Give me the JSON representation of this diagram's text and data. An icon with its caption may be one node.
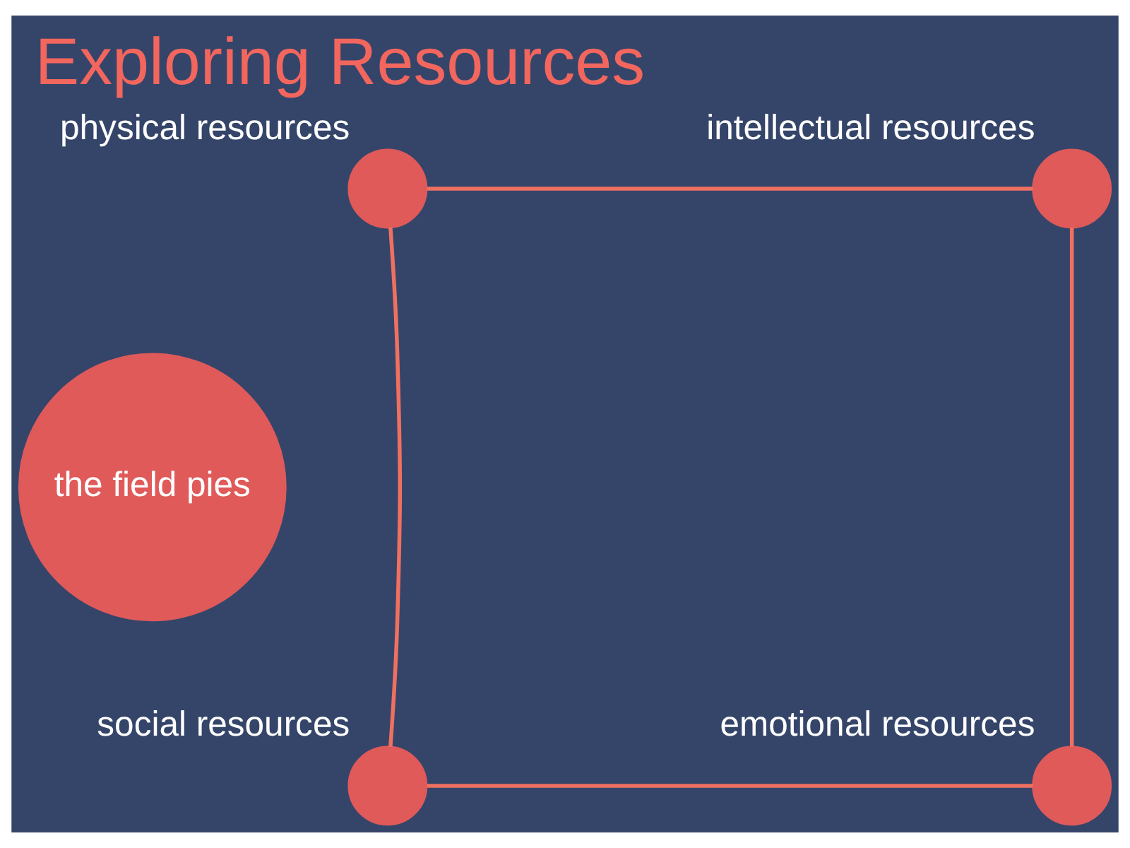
{
  "diagram": {
    "title": "Exploring Resources",
    "nodes": [
      {
        "text": [],
        "shape": "circle",
        "beside": [
          "physical resources"
        ]
      },
      {
        "text": [],
        "shape": "circle",
        "beside": [
          "intellectual resources"
        ]
      },
      {
        "text": [
          "the field pies"
        ]
      },
      {
        "text": [],
        "shape": "circle",
        "beside": [
          "social resources"
        ]
      },
      {
        "text": [],
        "shape": "circle",
        "beside": [
          "emotional resources"
        ]
      }
    ],
    "edges": [
      {
        "from": 0,
        "to": 1,
        "arrow": "none"
      },
      {
        "from": 1,
        "to": 4,
        "arrow": "none"
      },
      {
        "from": 4,
        "to": 3,
        "arrow": "none"
      },
      {
        "from": 3,
        "to": 0,
        "arrow": "none"
      }
    ]
  }
}
